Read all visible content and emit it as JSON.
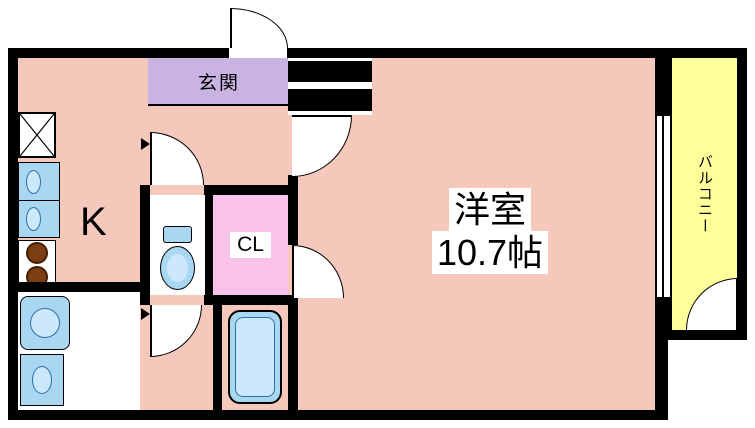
{
  "colors": {
    "wall": "#000000",
    "room-pink": "#F4C8BA",
    "genkan-purple": "#C9B3E3",
    "closet-pink": "#F9C2EA",
    "balcony-yellow": "#FFFF99",
    "fixture-blue": "#A9D7F2",
    "fixture-blue-light": "#CBE9FA",
    "fixture-outline": "#2D6FA8",
    "burner-brown": "#7B3E12"
  },
  "rooms": {
    "genkan": {
      "label": "玄関"
    },
    "kitchen": {
      "label": "K"
    },
    "closet": {
      "label": "CL"
    },
    "main_room": {
      "name": "洋室",
      "size": "10.7帖"
    },
    "balcony": {
      "label": "バルコニー"
    }
  },
  "icons": {
    "kitchen-range": "box-with-x-cross",
    "sink-basin": "oval",
    "stove-burner": "brown-circle",
    "washing-machine": "rounded-square-with-circle",
    "vanity-sink": "square-with-oval",
    "bathtub": "rounded-rect-with-inset",
    "toilet": "tank-and-bowl",
    "door-swing": "quarter-circle-arc",
    "window": "double-line-gap"
  }
}
